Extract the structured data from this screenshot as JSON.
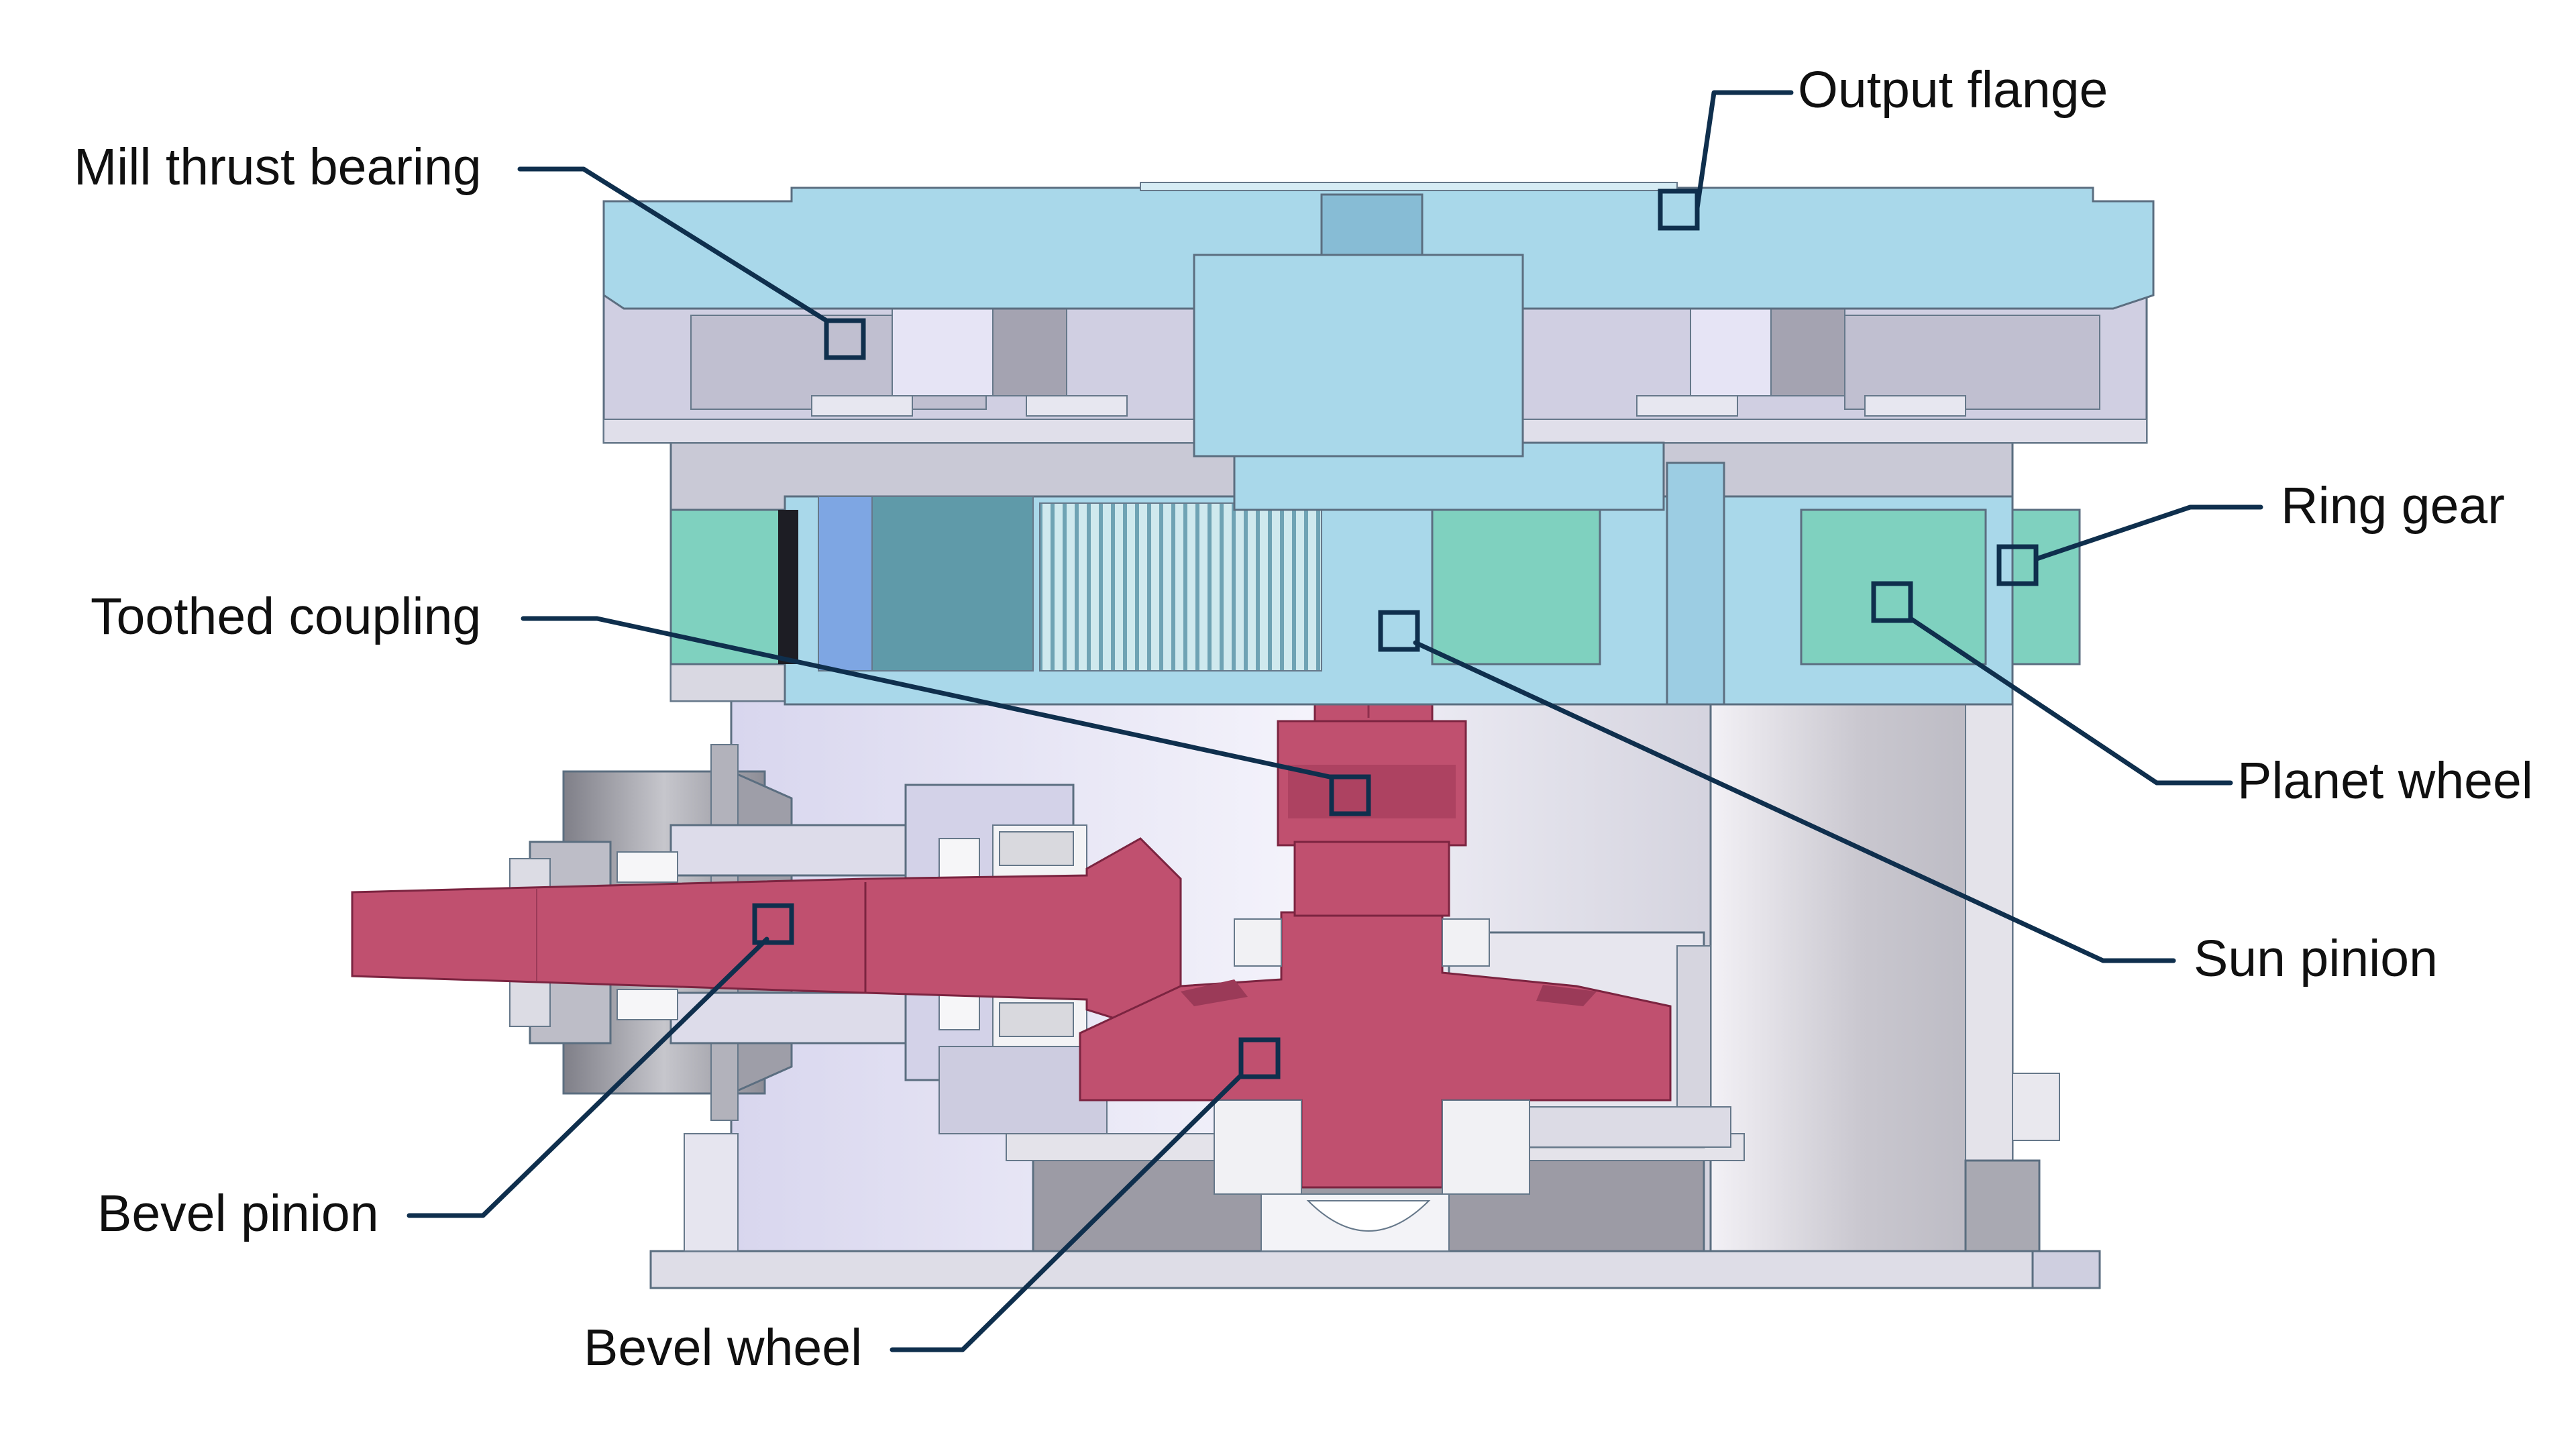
{
  "labels": {
    "output_flange": "Output flange",
    "mill_thrust_bearing": "Mill thrust bearing",
    "ring_gear": "Ring gear",
    "toothed_coupling": "Toothed coupling",
    "planet_wheel": "Planet wheel",
    "sun_pinion": "Sun pinion",
    "bevel_pinion": "Bevel pinion",
    "bevel_wheel": "Bevel wheel"
  },
  "colors": {
    "flange_blue": "#a9d8ea",
    "ring_teal": "#7fd1bf",
    "grey_housing": "#c9c9d6",
    "lavender_housing": "#d4d2ea",
    "drive_red": "#c0506f",
    "leader_navy": "#0f2f4d"
  }
}
